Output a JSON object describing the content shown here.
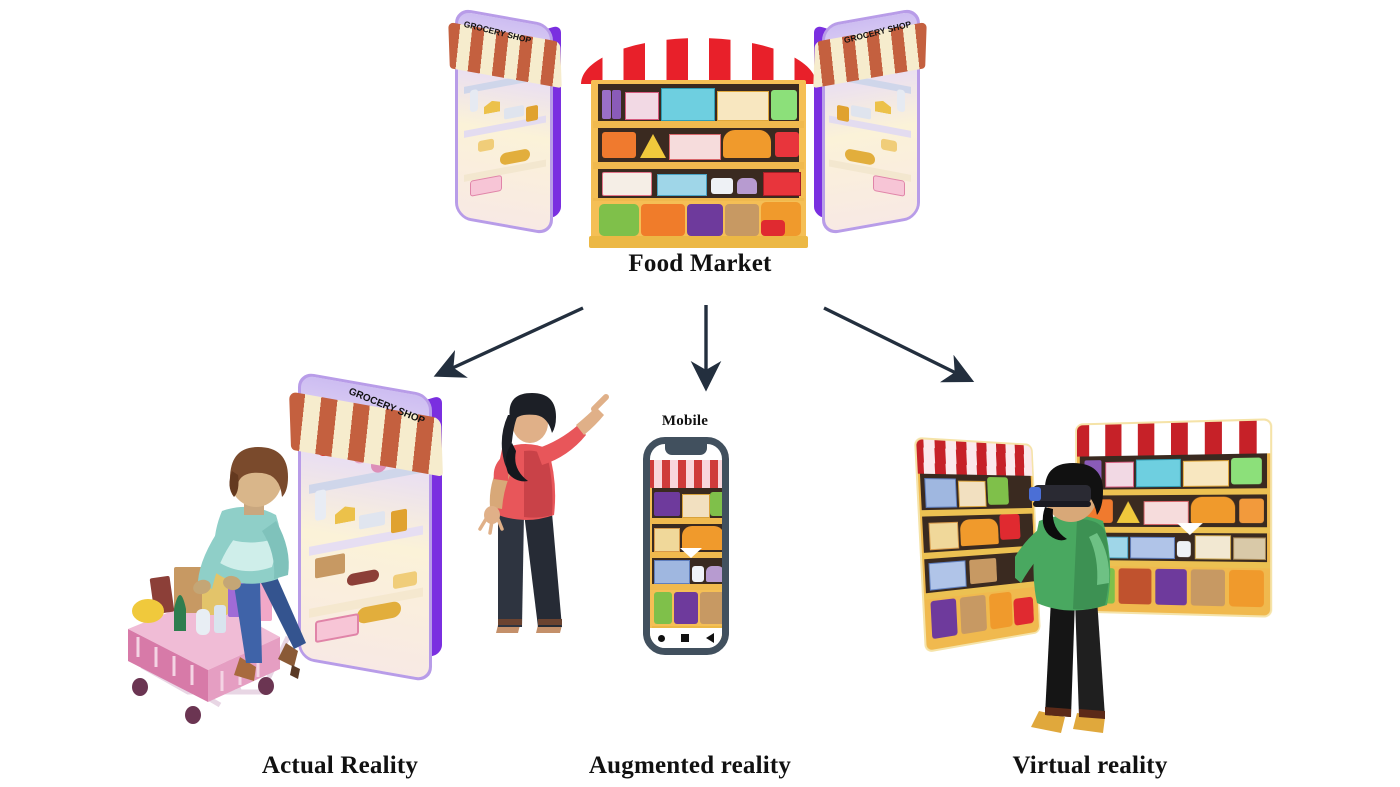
{
  "diagram": {
    "title": "Food Market",
    "background_color": "#ffffff",
    "arrow_color": "#232f3e",
    "nodes": [
      {
        "id": "root",
        "label": "Food Market",
        "position": "top-center"
      },
      {
        "id": "actual",
        "label": "Actual Reality",
        "position": "bottom-left"
      },
      {
        "id": "augmented",
        "label": "Augmented reality",
        "position": "bottom-center"
      },
      {
        "id": "virtual",
        "label": "Virtual reality",
        "position": "bottom-right"
      }
    ],
    "edges": [
      {
        "from": "Food Market",
        "to": "Actual Reality",
        "style": "solid-arrow",
        "direction": "down-left"
      },
      {
        "from": "Food Market",
        "to": "Augmented reality",
        "style": "solid-arrow",
        "direction": "down"
      },
      {
        "from": "Food Market",
        "to": "Virtual reality",
        "style": "solid-arrow",
        "direction": "down-right"
      }
    ]
  },
  "root_scene": {
    "signage_left": "GROCERY SHOP",
    "signage_right": "GROCERY SHOP",
    "caption": "Food Market",
    "awning_colors": {
      "stripe_a": "#e8202a",
      "stripe_b": "#ffffff"
    },
    "phone_frame_color": "#8d3ff2",
    "shelf_color": "#f0b94e"
  },
  "actual_scene": {
    "caption": "Actual Reality",
    "signage": "GROCERY SHOP",
    "shopper": {
      "description": "woman pushing shopping cart",
      "top_color": "#8fcfc8",
      "pants_color": "#3f63a8",
      "hair_color": "#7a4a2c"
    },
    "cart": {
      "description": "shopping cart with groceries",
      "color": "#e59ec2"
    },
    "phone_frame_color": "#8d3ff2",
    "awning_colors": {
      "stripe_a": "#c4603f",
      "stripe_b": "#f6eccd"
    }
  },
  "augmented_scene": {
    "caption": "Augmented reality",
    "device_label": "Mobile",
    "user": {
      "description": "woman pointing at phone screen",
      "top_color": "#e8565a",
      "pants_color": "#2e3440",
      "hair_color": "#1c1f26"
    },
    "phone": {
      "frame_color": "#41505e",
      "nav_buttons": [
        "circle",
        "square",
        "triangle"
      ],
      "screen_content": "grocery shelves with awning"
    }
  },
  "virtual_scene": {
    "caption": "Virtual reality",
    "user": {
      "description": "man wearing VR headset reaching toward shelf",
      "shirt_color": "#49a860",
      "pants_color": "#1a1a1a",
      "headset_color": "#2a2a33"
    },
    "panels": [
      {
        "id": "panel-left",
        "description": "curved virtual grocery shelf panel (small, rotated)"
      },
      {
        "id": "panel-right",
        "description": "curved virtual grocery shelf panel (large)"
      }
    ],
    "awning_colors": {
      "stripe_a": "#c62128",
      "stripe_b": "#ffffff"
    }
  }
}
